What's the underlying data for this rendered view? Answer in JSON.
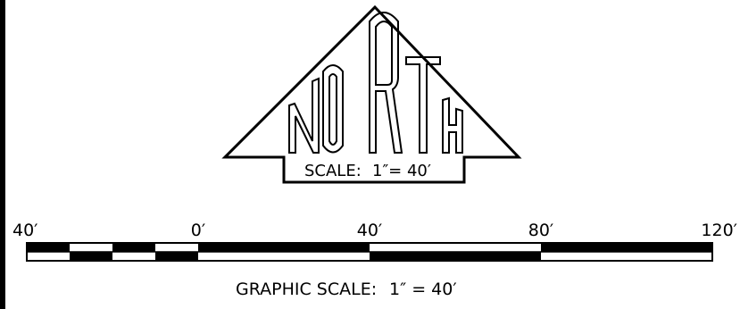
{
  "north_arrow": {
    "letters": [
      "N",
      "O",
      "R",
      "T",
      "H"
    ],
    "scale_prefix": "SCALE:",
    "scale_value": "1″= 40′"
  },
  "graphic_scale": {
    "tick_labels": [
      "40′",
      "0′",
      "40′",
      "80′",
      "120′"
    ],
    "tick_values": [
      -40,
      0,
      40,
      80,
      120
    ],
    "caption_prefix": "GRAPHIC SCALE:",
    "caption_value": "1″  =  40′"
  }
}
